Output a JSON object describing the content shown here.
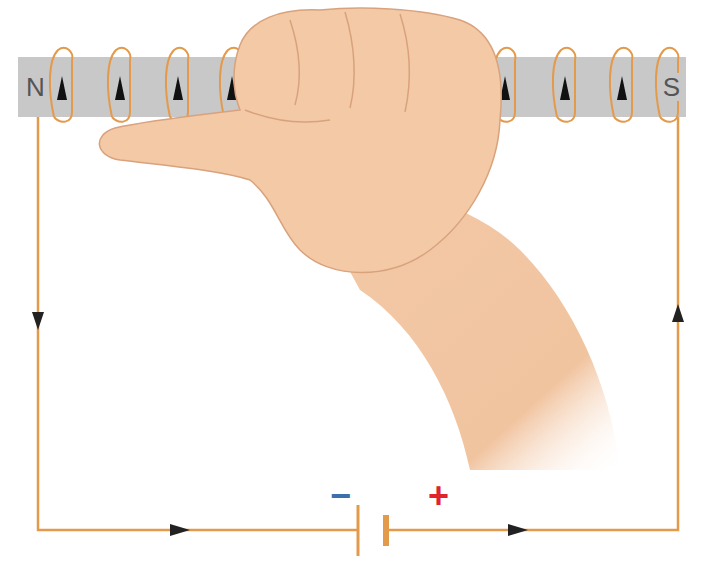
{
  "diagram": {
    "nodes": [
      {
        "text": [
          "N",
          "S"
        ]
      }
    ],
    "labels": [
      "−",
      "+"
    ]
  }
}
